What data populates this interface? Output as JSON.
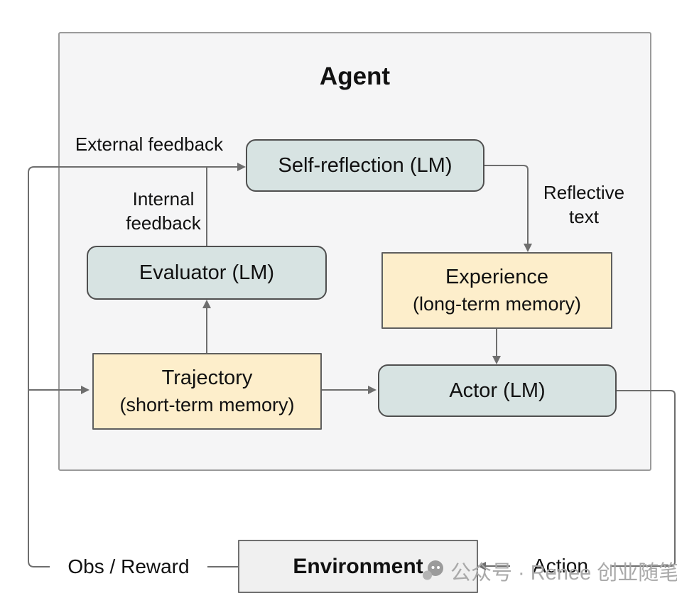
{
  "agent": {
    "title": "Agent"
  },
  "boxes": {
    "self_reflection": {
      "label": "Self-reflection (LM)",
      "fill": "#d7e3e2"
    },
    "evaluator": {
      "label": "Evaluator (LM)",
      "fill": "#d7e3e2"
    },
    "experience": {
      "title": "Experience",
      "subtitle": "(long-term memory)",
      "fill": "#fdeecb"
    },
    "trajectory": {
      "title": "Trajectory",
      "subtitle": "(short-term memory)",
      "fill": "#fdeecb"
    },
    "actor": {
      "label": "Actor (LM)",
      "fill": "#d7e3e2"
    },
    "environment": {
      "label": "Environment",
      "fill": "#f0f0f0"
    }
  },
  "edge_labels": {
    "external_feedback": "External feedback",
    "internal_feedback": [
      "Internal",
      "feedback"
    ],
    "reflective_text": [
      "Reflective",
      "text"
    ],
    "obs_reward": "Obs / Reward",
    "action": "Action"
  },
  "colors": {
    "line": "#6e6e6e",
    "blue_box_fill": "#d7e3e2",
    "yellow_box_fill": "#fdeecb",
    "environment_fill": "#f0f0f0",
    "box_border": "#4f4f4f",
    "agent_border": "#9a9a9a",
    "agent_background": "#f5f5f6",
    "watermark": "#a9a9a9"
  },
  "watermark": {
    "icon": "chat-bubble-icon",
    "text": "公众号 · Renee 创业随笔"
  }
}
